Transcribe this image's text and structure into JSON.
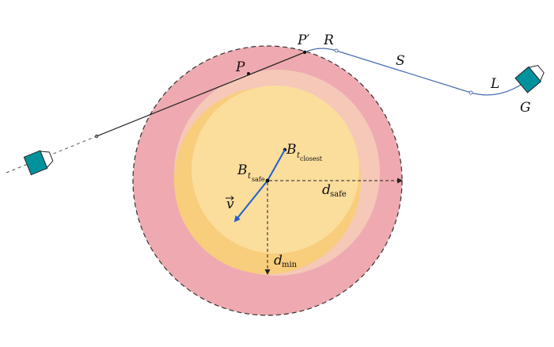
{
  "labels": {
    "p_prime": "P′",
    "r": "R",
    "p": "P",
    "s": "S",
    "l": "L",
    "g": "G",
    "b_closest_base": "B",
    "b_closest_sub_t": "t",
    "b_closest_sub": "closest",
    "b_safe_base": "B",
    "b_safe_sub_t": "t",
    "b_safe_sub": "safe",
    "velocity": "v",
    "d_safe_base": "d",
    "d_safe_sub": "safe",
    "d_min_base": "d",
    "d_min_sub": "min"
  },
  "colors": {
    "outer_zone": "#eeaab0",
    "light_zone": "#f5c8b8",
    "orange_zone": "#f8cd7c",
    "yellow_zone": "#fbdd9c",
    "path_blue": "#4a6fb0",
    "velocity_blue": "#1f5fcf",
    "drone_teal": "#00929c",
    "dashed": "#333333"
  },
  "icons": {
    "drone_left": "drone-icon",
    "drone_goal": "drone-icon"
  }
}
